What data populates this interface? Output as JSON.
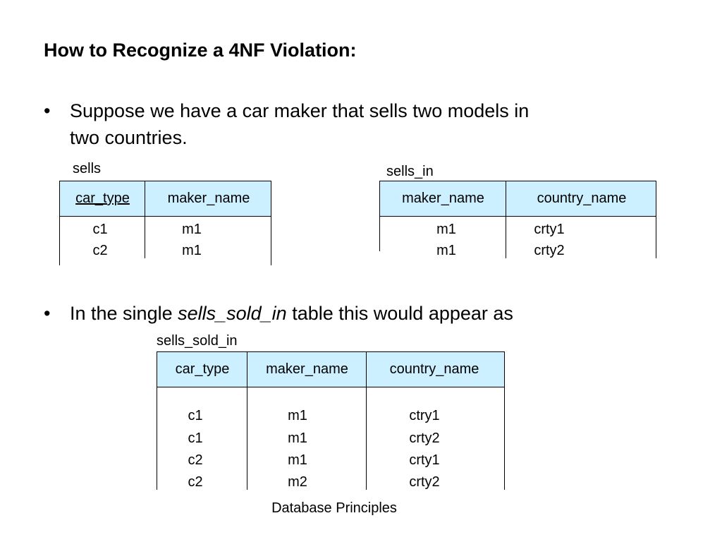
{
  "slide": {
    "title": "How to Recognize a 4NF Violation:",
    "bullet_char": "•",
    "bullet1": "Suppose we have a car maker that sells two models in",
    "bullet1_cont": "two countries.",
    "bullet2_pre": "In the single ",
    "bullet2_em": "sells_sold_in",
    "bullet2_post": " table this would appear as",
    "footer": "Database Principles"
  },
  "sells": {
    "caption": "sells",
    "headers": [
      "car_type",
      "maker_name"
    ],
    "rows": [
      [
        "c1",
        "m1"
      ],
      [
        "c2",
        "m1"
      ]
    ]
  },
  "sells_in": {
    "caption": "sells_in",
    "headers": [
      "maker_name",
      "country_name"
    ],
    "rows": [
      [
        "m1",
        "crty1"
      ],
      [
        "m1",
        "crty2"
      ]
    ]
  },
  "sells_sold_in": {
    "caption": "sells_sold_in",
    "headers": [
      "car_type",
      "maker_name",
      "country_name"
    ],
    "rows": [
      [
        "c1",
        "m1",
        "ctry1"
      ],
      [
        "c1",
        "m1",
        "crty2"
      ],
      [
        "c2",
        "m1",
        "crty1"
      ],
      [
        "c2",
        "m2",
        "crty2"
      ]
    ]
  },
  "colors": {
    "header_fill": "#ccf0ff",
    "border": "#000000"
  }
}
